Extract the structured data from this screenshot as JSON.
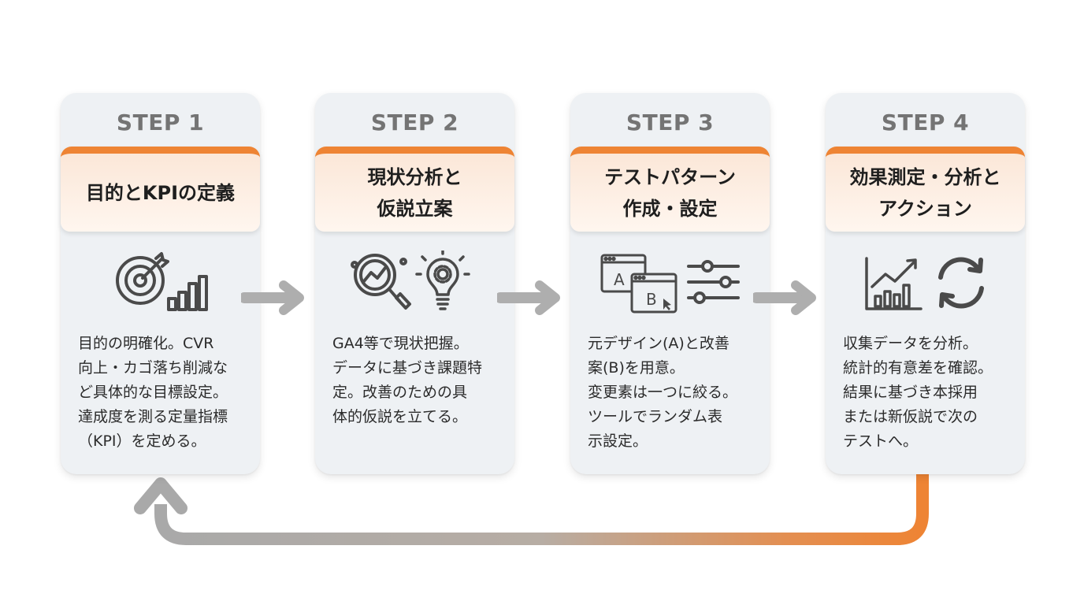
{
  "steps": [
    {
      "label": "STEP 1",
      "title": "目的とKPIの定義",
      "icons": [
        "target-icon",
        "bar-chart-icon"
      ],
      "description": "目的の明確化。CVR\n向上・カゴ落ち削減な\nど具体的な目標設定。\n達成度を測る定量指標\n（KPI）を定める。"
    },
    {
      "label": "STEP 2",
      "title": "現状分析と\n仮説立案",
      "icons": [
        "analysis-magnifier-icon",
        "lightbulb-gear-icon"
      ],
      "description": "GA4等で現状把握。\nデータに基づき課題特\n定。改善のための具\n体的仮説を立てる。"
    },
    {
      "label": "STEP 3",
      "title": "テストパターン\n作成・設定",
      "icons": [
        "ab-windows-icon",
        "sliders-icon"
      ],
      "description": "元デザイン(A)と改善\n案(B)を用意。\n変更素は一つに絞る。\nツールでランダム表\n示設定。"
    },
    {
      "label": "STEP 4",
      "title": "効果測定・分析と\nアクション",
      "icons": [
        "growth-chart-icon",
        "refresh-cycle-icon"
      ],
      "description": "収集データを分析。\n統計的有意差を確認。\n結果に基づき本採用\nまたは新仮説で次の\nテストへ。"
    }
  ],
  "colors": {
    "accent": "#ee8434",
    "card_bg": "#eef1f4",
    "title_bg": "#fbe7d8",
    "arrow": "#aeaeae",
    "icon": "#4a4a4a"
  }
}
